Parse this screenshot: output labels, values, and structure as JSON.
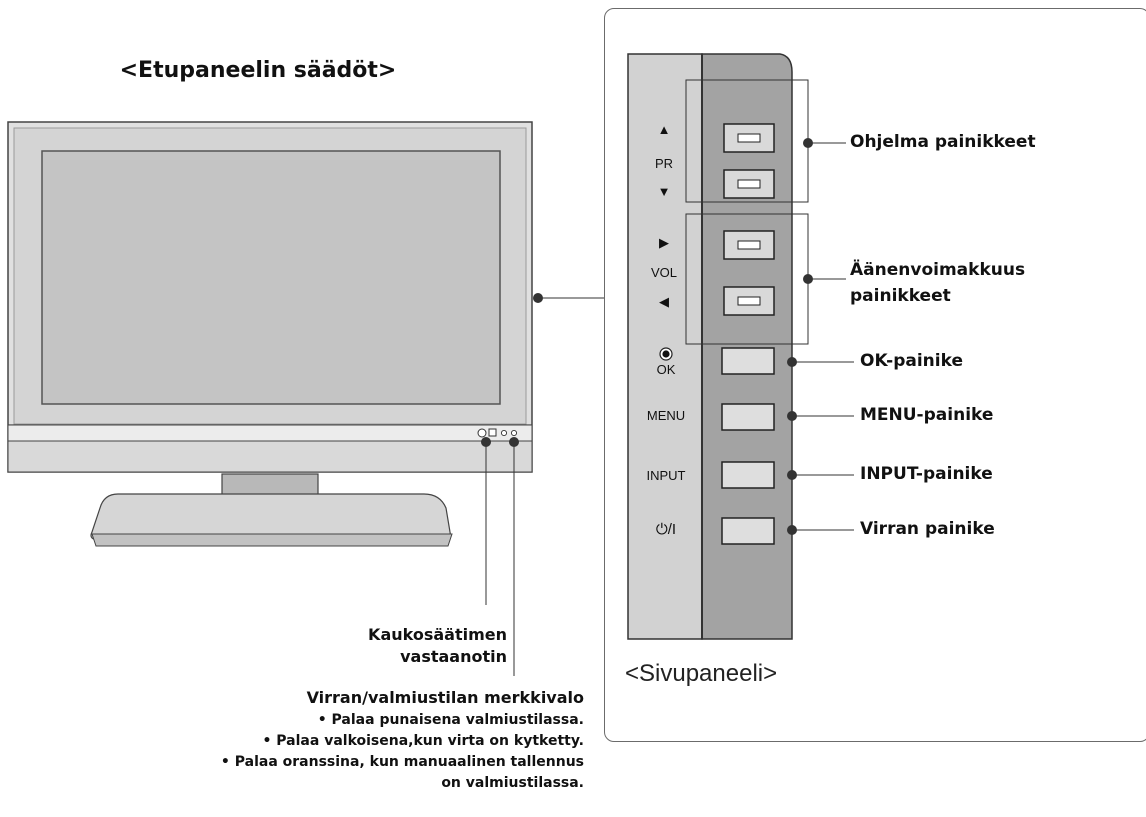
{
  "front_panel": {
    "title": "<Etupaneelin säädöt>",
    "receiver_label_line1": "Kaukosäätimen",
    "receiver_label_line2": "vastaanotin",
    "indicator_title": "Virran/valmiustilan merkkivalo",
    "indicator_notes": [
      "• Palaa punaisena valmiustilassa.",
      "• Palaa valkoisena,kun virta on kytketty.",
      "• Palaa oranssina, kun manuaalinen tallennus",
      "on valmiustilassa."
    ]
  },
  "side_panel": {
    "title": "<Sivupaneeli>",
    "panel_labels": {
      "pr": "PR",
      "pr_up": "▲",
      "pr_down": "▼",
      "vol": "VOL",
      "vol_up": "▶",
      "vol_down": "◀",
      "ok": "OK",
      "menu": "MENU",
      "input": "INPUT",
      "power": "⏻/I"
    },
    "callouts": {
      "program": "Ohjelma painikkeet",
      "volume_line1": "Äänenvoimakkuus",
      "volume_line2": "painikkeet",
      "ok": "OK-painike",
      "menu": "MENU-painike",
      "input": "INPUT-painike",
      "power": "Virran painike"
    }
  },
  "colors": {
    "bezel": "#dcdcdc",
    "screen": "#c4c4c4",
    "panel_dark": "#a3a3a3",
    "panel_light": "#d2d2d2"
  }
}
